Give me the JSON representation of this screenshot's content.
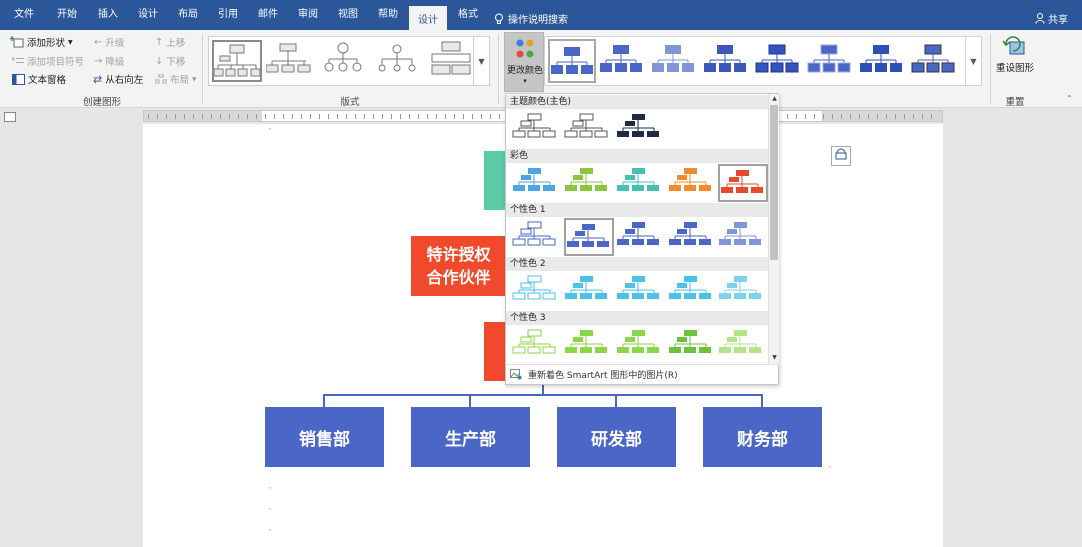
{
  "tabs": [
    "文件",
    "开始",
    "插入",
    "设计",
    "布局",
    "引用",
    "邮件",
    "审阅",
    "视图",
    "帮助",
    "设计",
    "格式"
  ],
  "tell_me": "操作说明搜索",
  "share": "共享",
  "ribbon": {
    "create_group": {
      "add_shape": "添加形状",
      "add_bullet": "添加项目符号",
      "text_pane": "文本窗格",
      "promote": "升级",
      "demote": "降级",
      "rtl": "从右向左",
      "move_up": "上移",
      "move_down": "下移",
      "layout": "布局",
      "label": "创建图形"
    },
    "layouts_label": "版式",
    "change_colors": "更改颜色",
    "reset_graphic": "重设图形",
    "reset_label": "重置"
  },
  "dropdown": {
    "sections": [
      {
        "title": "主题颜色(主色)",
        "colors": [
          "#ffffff",
          "#ffffff",
          "#1f2a44"
        ]
      },
      {
        "title": "彩色",
        "colors": [
          "#4fa3e0",
          "#8cc63f",
          "#45c1b4",
          "#f28a2e",
          "#e64a2e"
        ]
      },
      {
        "title": "个性色 1",
        "colors": [
          "#ffffff",
          "#4a66c6",
          "#4a66c6",
          "#4a66c6",
          "#8096d8"
        ]
      },
      {
        "title": "个性色 2",
        "colors": [
          "#ffffff",
          "#4ac1e8",
          "#4ac1e8",
          "#4ac1e8",
          "#7dd3ee"
        ]
      },
      {
        "title": "个性色 3",
        "colors": [
          "#ffffff",
          "#8cd64a",
          "#8cd64a",
          "#6cc23a",
          "#b3e38a"
        ]
      }
    ],
    "footer": "重新着色 SmartArt 图形中的图片(R)"
  },
  "document": {
    "partner_line1": "特许授权",
    "partner_line2": "合作伙伴",
    "departments": [
      "销售部",
      "生产部",
      "研发部",
      "财务部"
    ]
  },
  "colors": {
    "ribbon_blue": "#2b579a",
    "dept_blue": "#4a66c6",
    "partner_red": "#f1492c",
    "teal": "#5bcaa6"
  }
}
